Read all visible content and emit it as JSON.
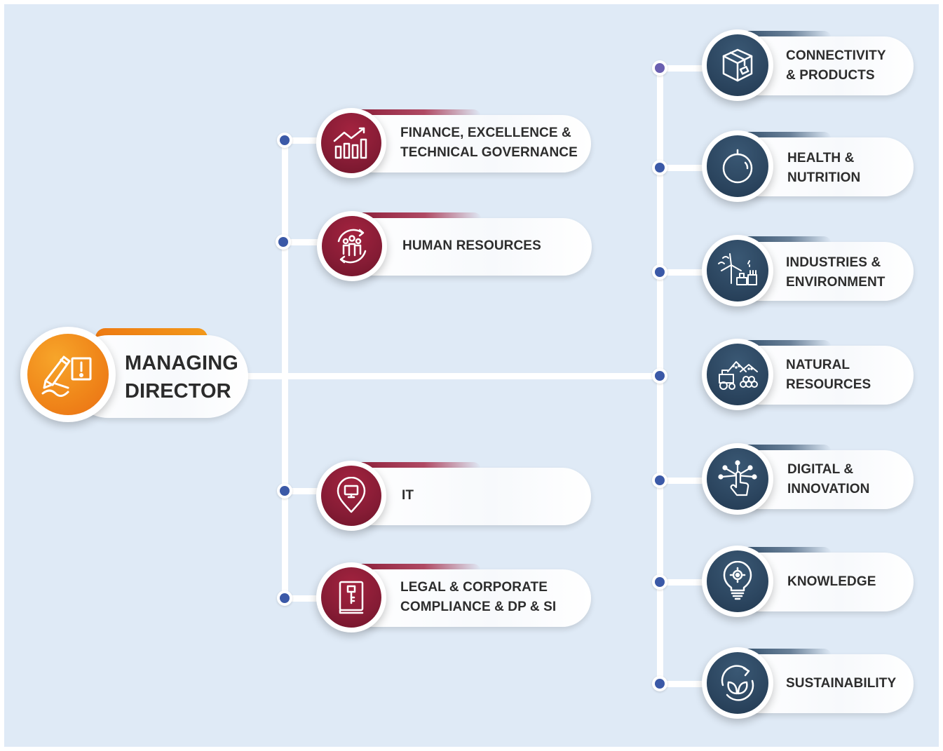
{
  "root": {
    "line1": "MANAGING",
    "line2": "DIRECTOR",
    "icon": "signing-document-icon",
    "color": "#f0871a"
  },
  "left_units": [
    {
      "line1": "FINANCE, EXCELLENCE &",
      "line2": "TECHNICAL GOVERNANCE",
      "icon": "bar-chart-trend-icon"
    },
    {
      "line1": "HUMAN RESOURCES",
      "line2": "",
      "icon": "people-cycle-icon"
    },
    {
      "line1": "IT",
      "line2": "",
      "icon": "monitor-pin-icon"
    },
    {
      "line1": "LEGAL & CORPORATE",
      "line2": "COMPLIANCE & DP & SI",
      "icon": "law-book-icon"
    }
  ],
  "right_units": [
    {
      "line1": "CONNECTIVITY",
      "line2": "& PRODUCTS",
      "icon": "package-box-icon"
    },
    {
      "line1": "HEALTH &",
      "line2": "NUTRITION",
      "icon": "apple-icon"
    },
    {
      "line1": "INDUSTRIES &",
      "line2": "ENVIRONMENT",
      "icon": "wind-turbine-factory-icon"
    },
    {
      "line1": "NATURAL",
      "line2": "RESOURCES",
      "icon": "tractor-resources-icon"
    },
    {
      "line1": "DIGITAL &",
      "line2": "INNOVATION",
      "icon": "touch-network-icon"
    },
    {
      "line1": "KNOWLEDGE",
      "line2": "",
      "icon": "lightbulb-gear-icon"
    },
    {
      "line1": "SUSTAINABILITY",
      "line2": "",
      "icon": "leaf-recycle-icon"
    }
  ],
  "colors": {
    "background": "#dfeaf6",
    "left_accent": "#861c35",
    "right_accent": "#2c4660",
    "root_accent": "#f0871a",
    "connector_dot": "#3b59a7"
  }
}
